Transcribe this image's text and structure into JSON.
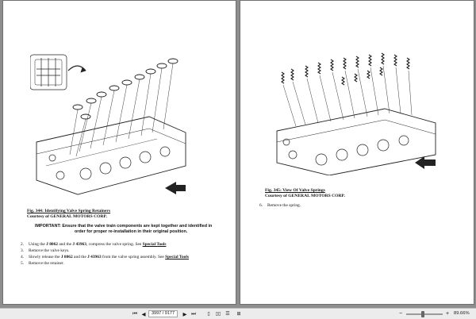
{
  "left_page": {
    "caption_title": "Fig. 344: Identifying Valve Spring Retainers",
    "caption_credit": "Courtesy of GENERAL MOTORS CORP.",
    "important_label": "IMPORTANT:",
    "important_line1": "Ensure that the valve train components are kept together and identified in",
    "important_line2": "order for proper re-installation in their original position.",
    "steps": [
      {
        "num": "2.",
        "a": "Using the ",
        "b1": "J 8062",
        "c": " and the ",
        "b2": "J 43963",
        "d": ", compress the valve spring. See ",
        "link": "Special Tools"
      },
      {
        "num": "3.",
        "text": "Remove the valve keys."
      },
      {
        "num": "4.",
        "a": "Slowly release the ",
        "b1": "J 8062",
        "c": " and the ",
        "b2": "J 43963",
        "d": " from the valve spring assembly. See ",
        "link": "Special Tools"
      },
      {
        "num": "5.",
        "text": "Remove the retainer."
      }
    ]
  },
  "right_page": {
    "caption_title": "Fig. 345: View Of Valve Springs",
    "caption_credit": "Courtesy of GENERAL MOTORS CORP.",
    "steps": [
      {
        "num": "6.",
        "text": "Remove the spring."
      }
    ]
  },
  "statusbar": {
    "page_value": "3997 / 9177",
    "zoom_value": "89.66%",
    "zoom_fraction": 0.45
  }
}
